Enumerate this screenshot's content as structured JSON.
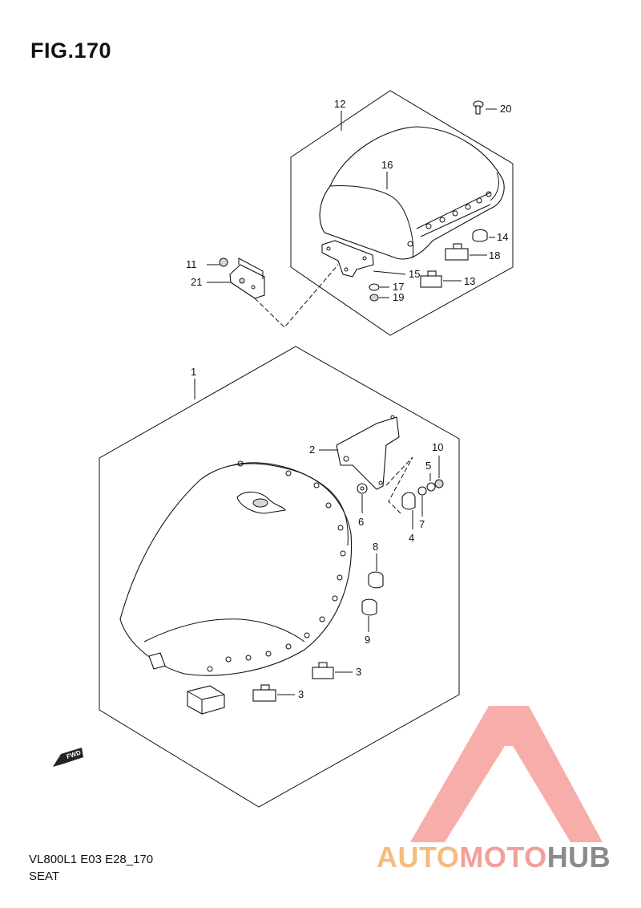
{
  "figure": {
    "title": "FIG.170"
  },
  "footer": {
    "model_code": "VL800L1 E03 E28_170",
    "section_name": "SEAT"
  },
  "fwd_marker": {
    "label": "FWD",
    "icon": "fwd-arrow-icon"
  },
  "watermark": {
    "text_part1": "AUTO",
    "text_part2": "MOTO",
    "text_part3": "HUB",
    "colors": {
      "logo": "#f6a19c",
      "auto": "#f7bb7d",
      "moto": "#f29f9a",
      "hub": "#8a8a8a"
    }
  },
  "callouts": {
    "c1": "1",
    "c2": "2",
    "c3a": "3",
    "c3b": "3",
    "c4": "4",
    "c5": "5",
    "c6": "6",
    "c7": "7",
    "c8": "8",
    "c9": "9",
    "c10": "10",
    "c11": "11",
    "c12": "12",
    "c13": "13",
    "c14": "14",
    "c15": "15",
    "c16": "16",
    "c17": "17",
    "c18": "18",
    "c19": "19",
    "c20": "20",
    "c21": "21"
  }
}
